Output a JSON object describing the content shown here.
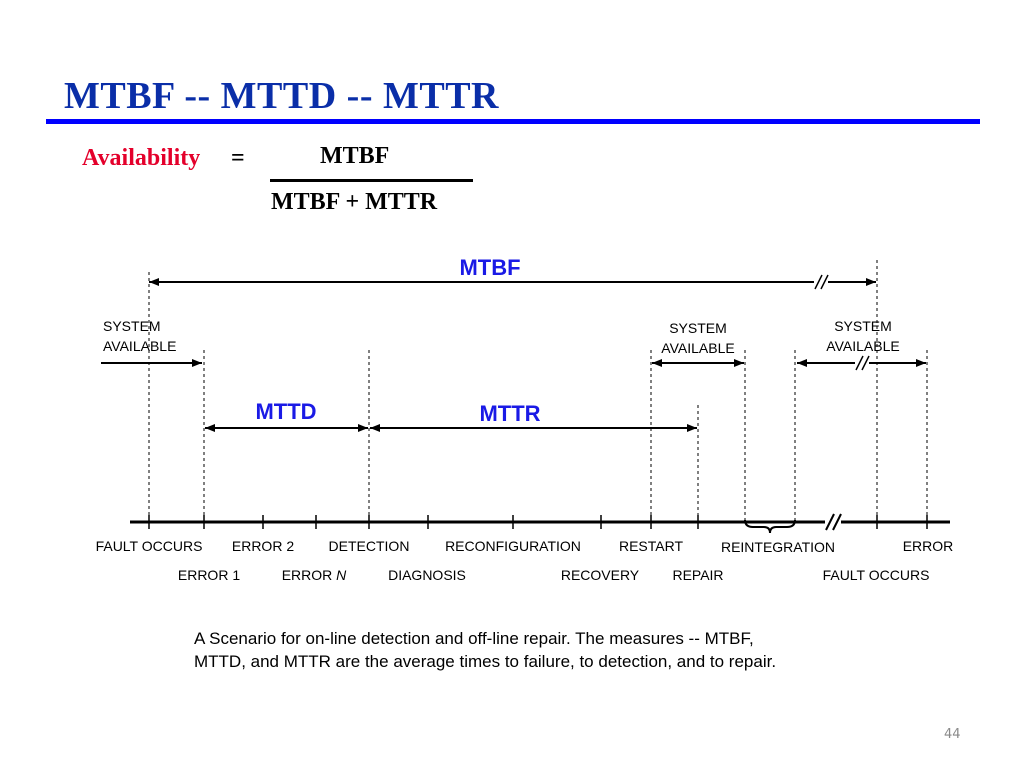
{
  "slide": {
    "title": "MTBF -- MTTD -- MTTR",
    "page_number": "44",
    "accent_color": "#0000ff"
  },
  "formula": {
    "label": "Availability",
    "equals": "=",
    "numerator": "MTBF",
    "denominator": "MTBF + MTTR",
    "label_color": "#e4002b"
  },
  "diagram": {
    "interval_labels": {
      "mtbf": "MTBF",
      "mttd": "MTTD",
      "mttr": "MTTR"
    },
    "system_available": {
      "left": [
        "SYSTEM",
        "AVAILABLE"
      ],
      "middle": [
        "SYSTEM",
        "AVAILABLE"
      ],
      "right": [
        "SYSTEM",
        "AVAILABLE"
      ]
    },
    "timeline_upper": {
      "fault_occurs": "FAULT OCCURS",
      "error_2": "ERROR 2",
      "detection": "DETECTION",
      "reconfiguration": "RECONFIGURATION",
      "restart": "RESTART",
      "reintegration": "REINTEGRATION",
      "error": "ERROR"
    },
    "timeline_lower": {
      "error_1": "ERROR 1",
      "error_n_prefix": "ERROR ",
      "error_n_suffix": "N",
      "diagnosis": "DIAGNOSIS",
      "recovery": "RECOVERY",
      "repair": "REPAIR",
      "fault_occurs": "FAULT OCCURS"
    },
    "label_color": "#1a1ae6"
  },
  "caption": {
    "line1": "A Scenario for on-line detection and off-line repair.  The measures -- MTBF,",
    "line2": "MTTD, and MTTR are the average times to failure, to detection, and to repair."
  }
}
